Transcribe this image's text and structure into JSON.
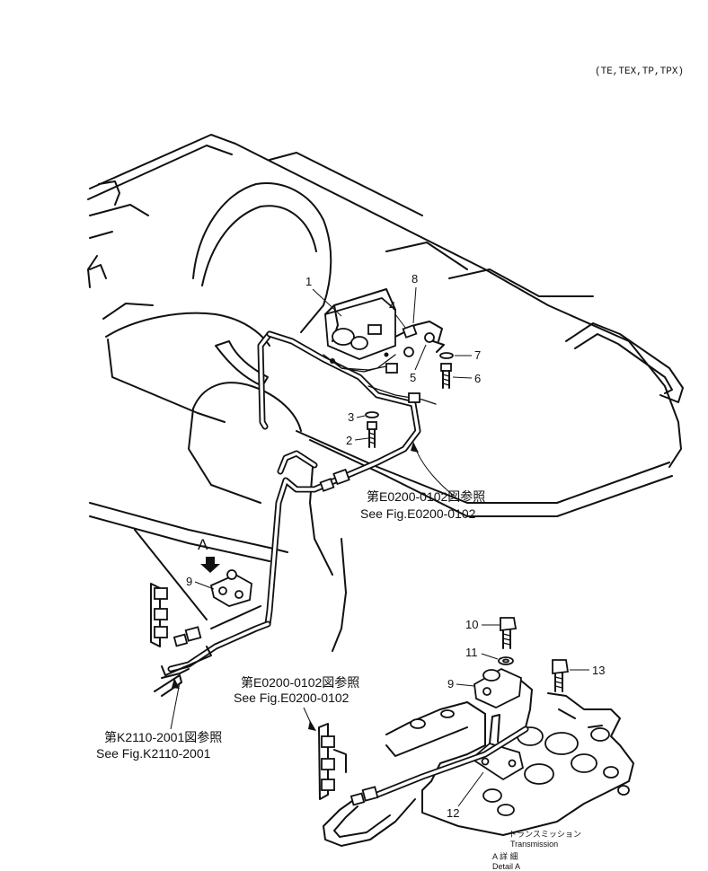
{
  "header": {
    "applicability": "(TE,TEX,TP,TPX)"
  },
  "callouts": {
    "c1": "1",
    "c2": "2",
    "c3": "3",
    "c4": "4",
    "c5": "5",
    "c6": "6",
    "c7": "7",
    "c8": "8",
    "c9_main": "9",
    "c9_detail": "9",
    "c10": "10",
    "c11": "11",
    "c12": "12",
    "c13": "13"
  },
  "detail_marker": "A",
  "references": {
    "ref_e0200_upper": {
      "jp": "第E0200-0102図参照",
      "en": "See Fig.E0200-0102"
    },
    "ref_e0200_lower": {
      "jp": "第E0200-0102図参照",
      "en": "See Fig.E0200-0102"
    },
    "ref_k2110": {
      "jp": "第K2110-2001図参照",
      "en": "See Fig.K2110-2001"
    }
  },
  "detail_labels": {
    "transmission_jp": "トランスミッション",
    "transmission_en": "Transmission",
    "detail_jp": "A  詳  細",
    "detail_en": "Detail  A"
  }
}
